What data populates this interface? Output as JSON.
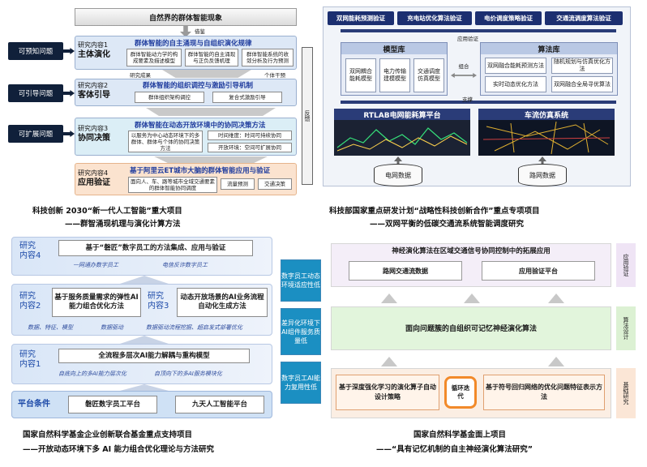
{
  "tl": {
    "top": "自然界的群体智能现象",
    "guide1": "借鉴",
    "guide2": "支撑",
    "side": [
      "可预知问题",
      "可引导问题",
      "可扩展问题"
    ],
    "rc1_label": "研究内容1",
    "rc1_name": "主体演化",
    "rc1_title": "群体智能的自主涌现与自组织演化规律",
    "rc1_subs": [
      "群体智能动力学的构成要素及描述模型",
      "群体智能的自主涌现与正负反馈机理",
      "群体智能系统的收敛分析及行为预测"
    ],
    "link12a": "研究成果",
    "link12b": "个体干预",
    "rc2_label": "研究内容2",
    "rc2_name": "客体引导",
    "rc2_title": "群体智能的组织调控与激励引导机制",
    "rc2_subs": [
      "群体组织架构调控",
      "复合式激励引导"
    ],
    "rc3_label": "研究内容3",
    "rc3_name": "协同决策",
    "rc3_title": "群体智能在动态开放环境中的协同决策方法",
    "rc3_sub1": "以服务为中心动态环境下的多群体、群体与个体的协同决策方法",
    "rc3_small": [
      "时间维度：时间可持续协同",
      "开放环境：空间可扩展协同"
    ],
    "rc4_label": "研究内容4",
    "rc4_name": "应用验证",
    "rc4_title": "基于阿里云ET城市大脑的群体智能应用与验证",
    "rc4_sub1": "面向人、车、路等城市全域交通要素的群体智能协同调度",
    "rc4_small": [
      "流量预测",
      "交通决策"
    ],
    "feedback": "反馈",
    "cap1": "科技创新 2030“新一代人工智能”重大项目",
    "cap2": "——群智涌现机理与演化计算方法"
  },
  "tr": {
    "btns": [
      "双网能耗预测验证",
      "充电站优化算法验证",
      "电价调度策略验证",
      "交通流调度算法验证"
    ],
    "app_verify": "应用验证",
    "model_head": "模型库",
    "algo_head": "算法库",
    "combo": "组合",
    "models": [
      "双网耦合能耗模型",
      "电力传输建模模型",
      "交通调度仿真模型"
    ],
    "algos": [
      "双网融合能耗预测方法",
      "随机规划与仿真优化方法",
      "实时动态优化方法",
      "双网融合全局寻优算法"
    ],
    "support": "支撑",
    "rtlab": "RTLAB电网能耗算平台",
    "carsim": "车流仿真系统",
    "grid_data": "电网数据",
    "road_data": "路网数据",
    "cap1": "科技部国家重点研发计划“战略性科技创新合作”重点专项项目",
    "cap2": "——双网平衡的低碳交通流系统智能调度研究"
  },
  "bl": {
    "rc4_label": "研究\n内容4",
    "rc4_title": "基于“磐匠”数字员工的方法集成、应用与验证",
    "rc4_small": [
      "一网通办数字员工",
      "电信反诈数字员工"
    ],
    "rc2_label": "研究\n内容2",
    "rc2_title": "基于服务质量需求的弹性AI能力组合优化方法",
    "rc3_label": "研究\n内容3",
    "rc3_title": "动态开放场景的AI业务流程自动化生成方法",
    "rc23_small": [
      "数据、特征、模型",
      "数据驱动",
      "数据驱动流程挖掘、超启发式部署优化"
    ],
    "rc1_label": "研究\n内容1",
    "rc1_title": "全流程多层次AI能力解耦与重构模型",
    "rc1_small": [
      "自底向上的多AI能力层次化",
      "自顶向下的多AI服务模块化"
    ],
    "platform_label": "平台条件",
    "platforms": [
      "磐匠数字员工平台",
      "九天人工智能平台"
    ],
    "sides": [
      "数字员工动态环境适应性低",
      "差异化环境下AI组件服务质量低",
      "数字员工AI能力复用性低"
    ],
    "cap1": "国家自然科学基金企业创新联合基金重点支持项目",
    "cap2": "——开放动态环境下多 AI 能力组合优化理论与方法研究"
  },
  "br": {
    "top": "神经演化算法在区域交通信号协同控制中的拓展应用",
    "top_items": [
      "路网交通流数据",
      "应用验证平台"
    ],
    "mid": "面向问题簇的自组织可记忆神经演化算法",
    "left": "基于深度强化学习的演化算子自动设计策略",
    "loop": "循环迭代",
    "right": "基于符号回归网络的优化问题特征表示方法",
    "tags": [
      "应用验证",
      "算法设计",
      "基础研究"
    ],
    "cap1": "国家自然科学基金面上项目",
    "cap2": "——“具有记忆机制的自主神经演化算法研究”"
  }
}
